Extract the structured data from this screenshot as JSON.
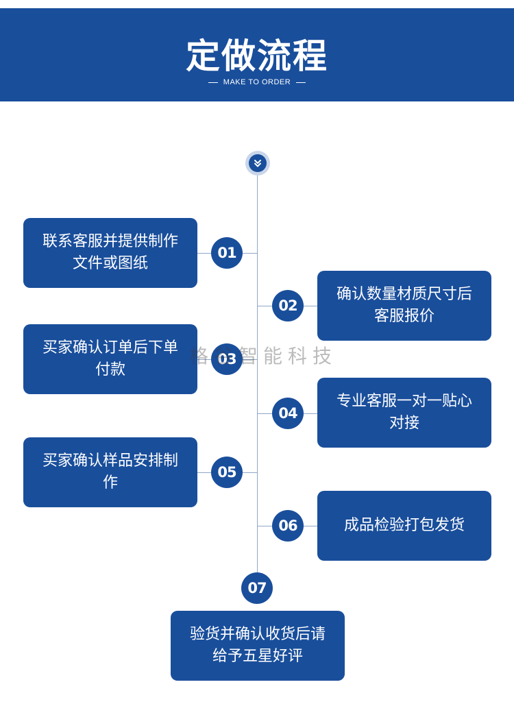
{
  "header": {
    "title": "定做流程",
    "subtitle": "MAKE TO ORDER"
  },
  "top_icon": "double-chevron-down-icon",
  "colors": {
    "primary": "#194e9b",
    "line": "#8fa6c6",
    "background": "#ffffff"
  },
  "steps": [
    {
      "number": "01",
      "side": "left",
      "text": "联系客服并提供制作文件或图纸"
    },
    {
      "number": "02",
      "side": "right",
      "text": "确认数量材质尺寸后客服报价"
    },
    {
      "number": "03",
      "side": "left",
      "text": "买家确认订单后下单付款"
    },
    {
      "number": "04",
      "side": "right",
      "text": "专业客服一对一贴心对接"
    },
    {
      "number": "05",
      "side": "left",
      "text": "买家确认样品安排制作"
    },
    {
      "number": "06",
      "side": "right",
      "text": "成品检验打包发货"
    },
    {
      "number": "07",
      "side": "bottom",
      "text": "验货并确认收货后请给予五星好评"
    }
  ],
  "watermark": "格谷智能科技"
}
